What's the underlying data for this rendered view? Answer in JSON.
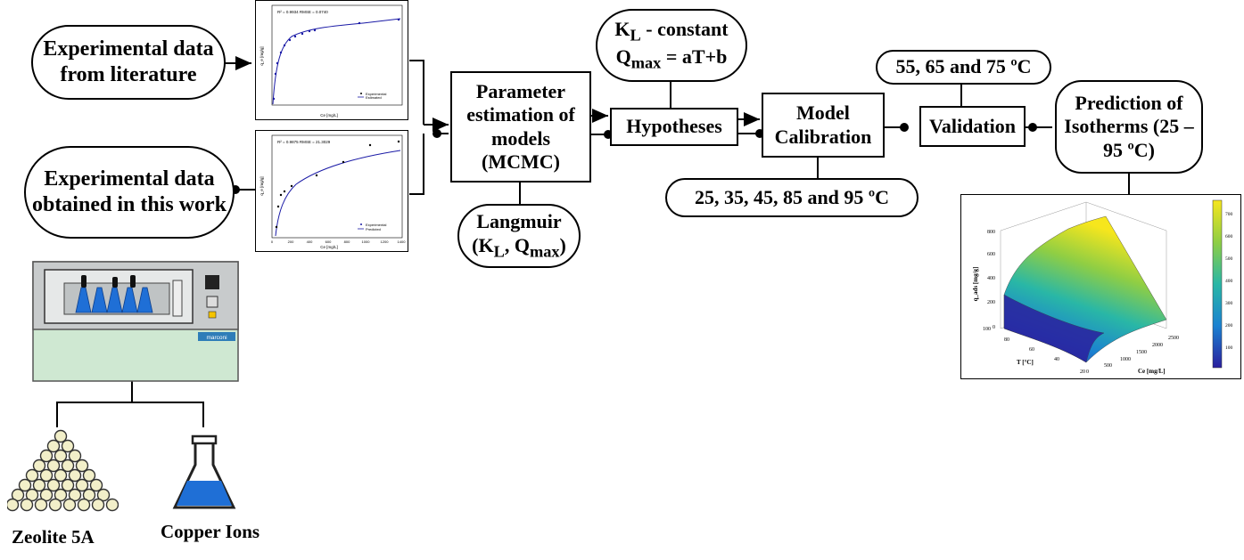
{
  "boxes": {
    "exp_literature": "Experimental data from literature",
    "exp_this_work": "Experimental data obtained in this work",
    "param_estimation": "Parameter estimation of models (MCMC)",
    "langmuir_line1": "Langmuir",
    "langmuir_line2": "(K",
    "langmuir_sub1": "L",
    "langmuir_mid": ", Q",
    "langmuir_sub2": "max",
    "langmuir_end": ")",
    "kl_line1": "K",
    "kl_sub": "L",
    "kl_line1_rest": " - constant",
    "qmax_line2": "Q",
    "qmax_sub": "max",
    "qmax_rest": " = aT+b",
    "hypotheses": "Hypotheses",
    "model_calibration": "Model Calibration",
    "calib_temps": "25, 35, 45, 85 and 95 ºC",
    "valid_temps": "55, 65 and 75 ºC",
    "validation": "Validation",
    "prediction": "Prediction of Isotherms (25 – 95 ºC)"
  },
  "labels": {
    "zeolite": "Zeolite 5A",
    "copper": "Copper Ions"
  },
  "plot1": {
    "stats": "R² = 0.9934 RMSE = 0.0740",
    "legend1": "Experimental",
    "legend2": "Estimated",
    "xlabel": "Ce [mg/L]",
    "ylabel": "q_e [mg/g]"
  },
  "plot2": {
    "stats": "R² = 0.9875 RMSE = 21.3029",
    "legend1": "Experimental",
    "legend2": "Predicted",
    "xlabel": "Ce [mg/L]",
    "ylabel": "q_e [mg/g]",
    "xticks": [
      "0",
      "200",
      "400",
      "600",
      "800",
      "1000",
      "1200",
      "1400"
    ]
  },
  "surface": {
    "zlabel": "q_ads [mg/g]",
    "xlabel": "T [°C]",
    "ylabel": "Ce [mg/L]",
    "zticks": [
      "0",
      "200",
      "400",
      "600",
      "800"
    ],
    "tticks": [
      "100",
      "80",
      "60",
      "40",
      "20"
    ],
    "ceticks": [
      "0",
      "500",
      "1000",
      "1500",
      "2000",
      "2500"
    ],
    "cbticks": [
      "700",
      "600",
      "500",
      "400",
      "300",
      "200",
      "100"
    ]
  },
  "device": {
    "brand": "marconi"
  },
  "colors": {
    "flask_blue": "#1f6fd6",
    "device_green": "#cfe8d2",
    "device_gray": "#c8cbcc",
    "fit_line": "#1a1aa6"
  }
}
